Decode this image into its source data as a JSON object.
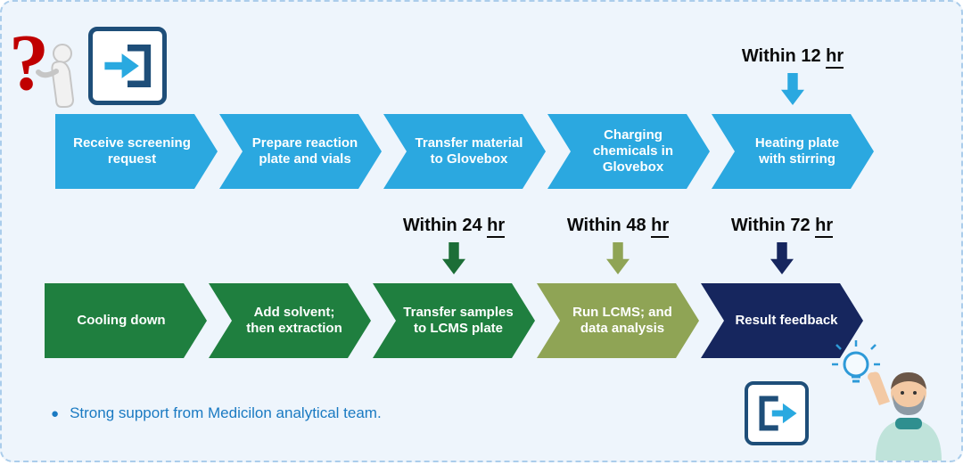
{
  "page": {
    "background": "#eef5fc",
    "border_color": "#abcdeb"
  },
  "top_row": [
    {
      "label": "Receive screening request",
      "color": "#2ba8e0"
    },
    {
      "label": "Prepare reaction plate and vials",
      "color": "#2ba8e0"
    },
    {
      "label": "Transfer material to Glovebox",
      "color": "#2ba8e0"
    },
    {
      "label": "Charging chemicals in Glovebox",
      "color": "#2ba8e0"
    },
    {
      "label": "Heating plate with stirring",
      "color": "#2ba8e0"
    }
  ],
  "bottom_row": [
    {
      "label": "Cooling down",
      "color": "#1f7f3f"
    },
    {
      "label": "Add solvent; then extraction",
      "color": "#1f7f3f"
    },
    {
      "label": "Transfer samples to LCMS plate",
      "color": "#1f7f3f"
    },
    {
      "label": "Run LCMS; and data analysis",
      "color": "#8fa455"
    },
    {
      "label": "Result feedback",
      "color": "#16265e"
    }
  ],
  "timers": [
    {
      "prefix": "Within 12",
      "unit": "hr",
      "arrow_color": "#2ba8e0"
    },
    {
      "prefix": "Within 24",
      "unit": "hr",
      "arrow_color": "#1c6e37"
    },
    {
      "prefix": "Within 48",
      "unit": "hr",
      "arrow_color": "#8fa455"
    },
    {
      "prefix": "Within 72",
      "unit": "hr",
      "arrow_color": "#16265e"
    }
  ],
  "footer": {
    "bullet": "●",
    "text": "Strong support from Medicilon analytical team.",
    "color": "#1a7ac2"
  },
  "icons": {
    "question": "question-mark-figure",
    "enter": "enter-arrow",
    "exit": "exit-arrow",
    "thinker": "idea-person-with-lightbulb"
  }
}
